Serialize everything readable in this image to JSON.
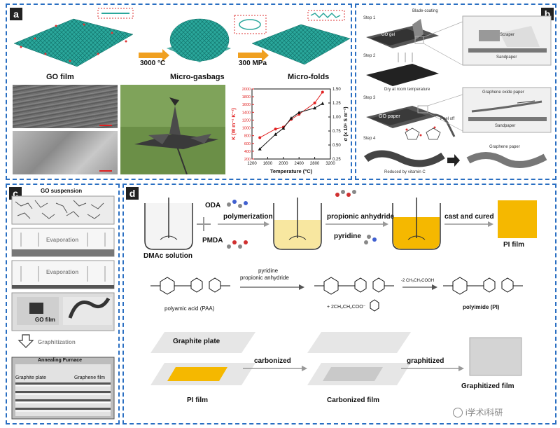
{
  "panel_a": {
    "label": "a",
    "go_film": "GO film",
    "micro_gasbags": "Micro-gasbags",
    "micro_folds": "Micro-folds",
    "step1": "3000 °C",
    "step2": "300 MPa",
    "chart_data": {
      "type": "line",
      "xlabel": "Temperature (°C)",
      "ylabel_left": "K (W m⁻¹ K⁻¹)",
      "ylabel_right": "σ (x 10⁶ S m⁻¹)",
      "x_ticks": [
        "1200",
        "1600",
        "2000",
        "2400",
        "2800",
        "3200"
      ],
      "y_left_ticks": [
        "200",
        "400",
        "600",
        "800",
        "1000",
        "1200",
        "1400",
        "1600",
        "1800",
        "2000"
      ],
      "y_right_ticks": [
        "0.25",
        "0.50",
        "0.75",
        "1.00",
        "1.25",
        "1.50"
      ],
      "xlim": [
        1200,
        3200
      ],
      "ylim_left": [
        200,
        2000
      ],
      "ylim_right": [
        0.25,
        1.5
      ],
      "series": [
        {
          "axis": "left",
          "color": "#e02020",
          "marker": "circle",
          "x": [
            1400,
            1800,
            2000,
            2200,
            2400,
            2800,
            3000
          ],
          "y": [
            750,
            970,
            1020,
            1220,
            1350,
            1640,
            1920
          ]
        },
        {
          "axis": "right",
          "color": "#111111",
          "marker": "triangle",
          "x": [
            1400,
            1800,
            2000,
            2200,
            2400,
            2800,
            3000
          ],
          "y": [
            0.43,
            0.69,
            0.8,
            0.98,
            1.08,
            1.16,
            1.24
          ]
        }
      ]
    }
  },
  "panel_b": {
    "label": "b",
    "step1": "Step 1",
    "step2": "Step 2",
    "step3": "Step 3",
    "step4": "Step 4",
    "blade_coating": "Blade-coating",
    "go_gel": "GO gel",
    "scraper": "Scraper",
    "sandpaper": "Sandpaper",
    "dry": "Dry at room temperature",
    "go_paper": "GO paper",
    "peel_off": "Peel off",
    "graphene_oxide_paper": "Graphene oxide paper",
    "sandpaper2": "Sandpaper",
    "graphene_paper": "Graphene paper",
    "reduced": "Reduced by  vitamin C"
  },
  "panel_c": {
    "label": "c",
    "go_suspension": "GO suspension",
    "evaporation1": "Evaporation",
    "evaporation2": "Evaporation",
    "go_film": "GO film",
    "graphitization": "Graphitization",
    "annealing_furnace": "Annealing Furnace",
    "graphite_plate": "Graphite plate",
    "graphene_film": "Graphene film"
  },
  "panel_d": {
    "label": "d",
    "oda": "ODA",
    "pmda": "PMDA",
    "polymerization": "polymerization",
    "dmac_solution": "DMAc solution",
    "propionic_anhydride": "propionic anhydride",
    "pyridine": "pyridine",
    "cast_and_cured": "cast and cured",
    "pi_film": "PI film",
    "rxn_pyridine": "pyridine",
    "rxn_propionic": "propionic anhydride",
    "paa": "polyamic acid (PAA)",
    "byproduct": "+ 2CH₃CH₂COO⁻",
    "minus_acid": "-2 CH₃CH₂COOH",
    "pi": "polyimide (PI)",
    "graphite_plate": "Graphite plate",
    "carbonized": "carbonized",
    "graphitized": "graphitized",
    "pi_film2": "PI film",
    "carbonized_film": "Carbonized film",
    "graphitized_film": "Graphitized film"
  },
  "watermark": "i学术i科研",
  "colors": {
    "panel_border": "#2a6fc2",
    "go_teal": "#2aa79b",
    "pi_orange": "#f5b800",
    "red_series": "#e02020"
  }
}
